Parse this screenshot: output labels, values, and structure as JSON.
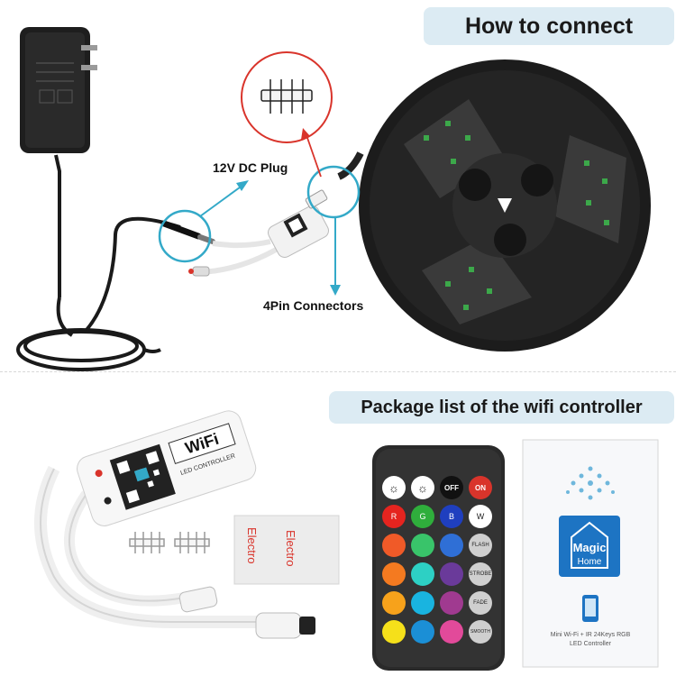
{
  "top_section": {
    "title": "How to connect",
    "plug_label": "12V DC Plug",
    "connector_label": "4Pin Connectors"
  },
  "bottom_section": {
    "title": "Package list of the wifi controller",
    "controller": {
      "brand": "WiFi",
      "line": "LED CONTROLLER"
    },
    "tape_text": "Electro",
    "remote": {
      "top_buttons": [
        "☼",
        "☼",
        "OFF",
        "ON"
      ],
      "rgbw": [
        "R",
        "G",
        "B",
        "W"
      ],
      "mode_buttons": [
        "FLASH",
        "STROBE",
        "FADE",
        "SMOOTH"
      ]
    },
    "card": {
      "app_name_line1": "Magic",
      "app_name_line2": "Home",
      "caption_line1": "Mini Wi-Fi + IR 24Keys RGB",
      "caption_line2": "LED Controller"
    }
  },
  "colors": {
    "pill_bg": "#dcebf3",
    "cyan_accent": "#33a9c8",
    "red_accent": "#d9342b",
    "led_green": "#3ca84a"
  }
}
